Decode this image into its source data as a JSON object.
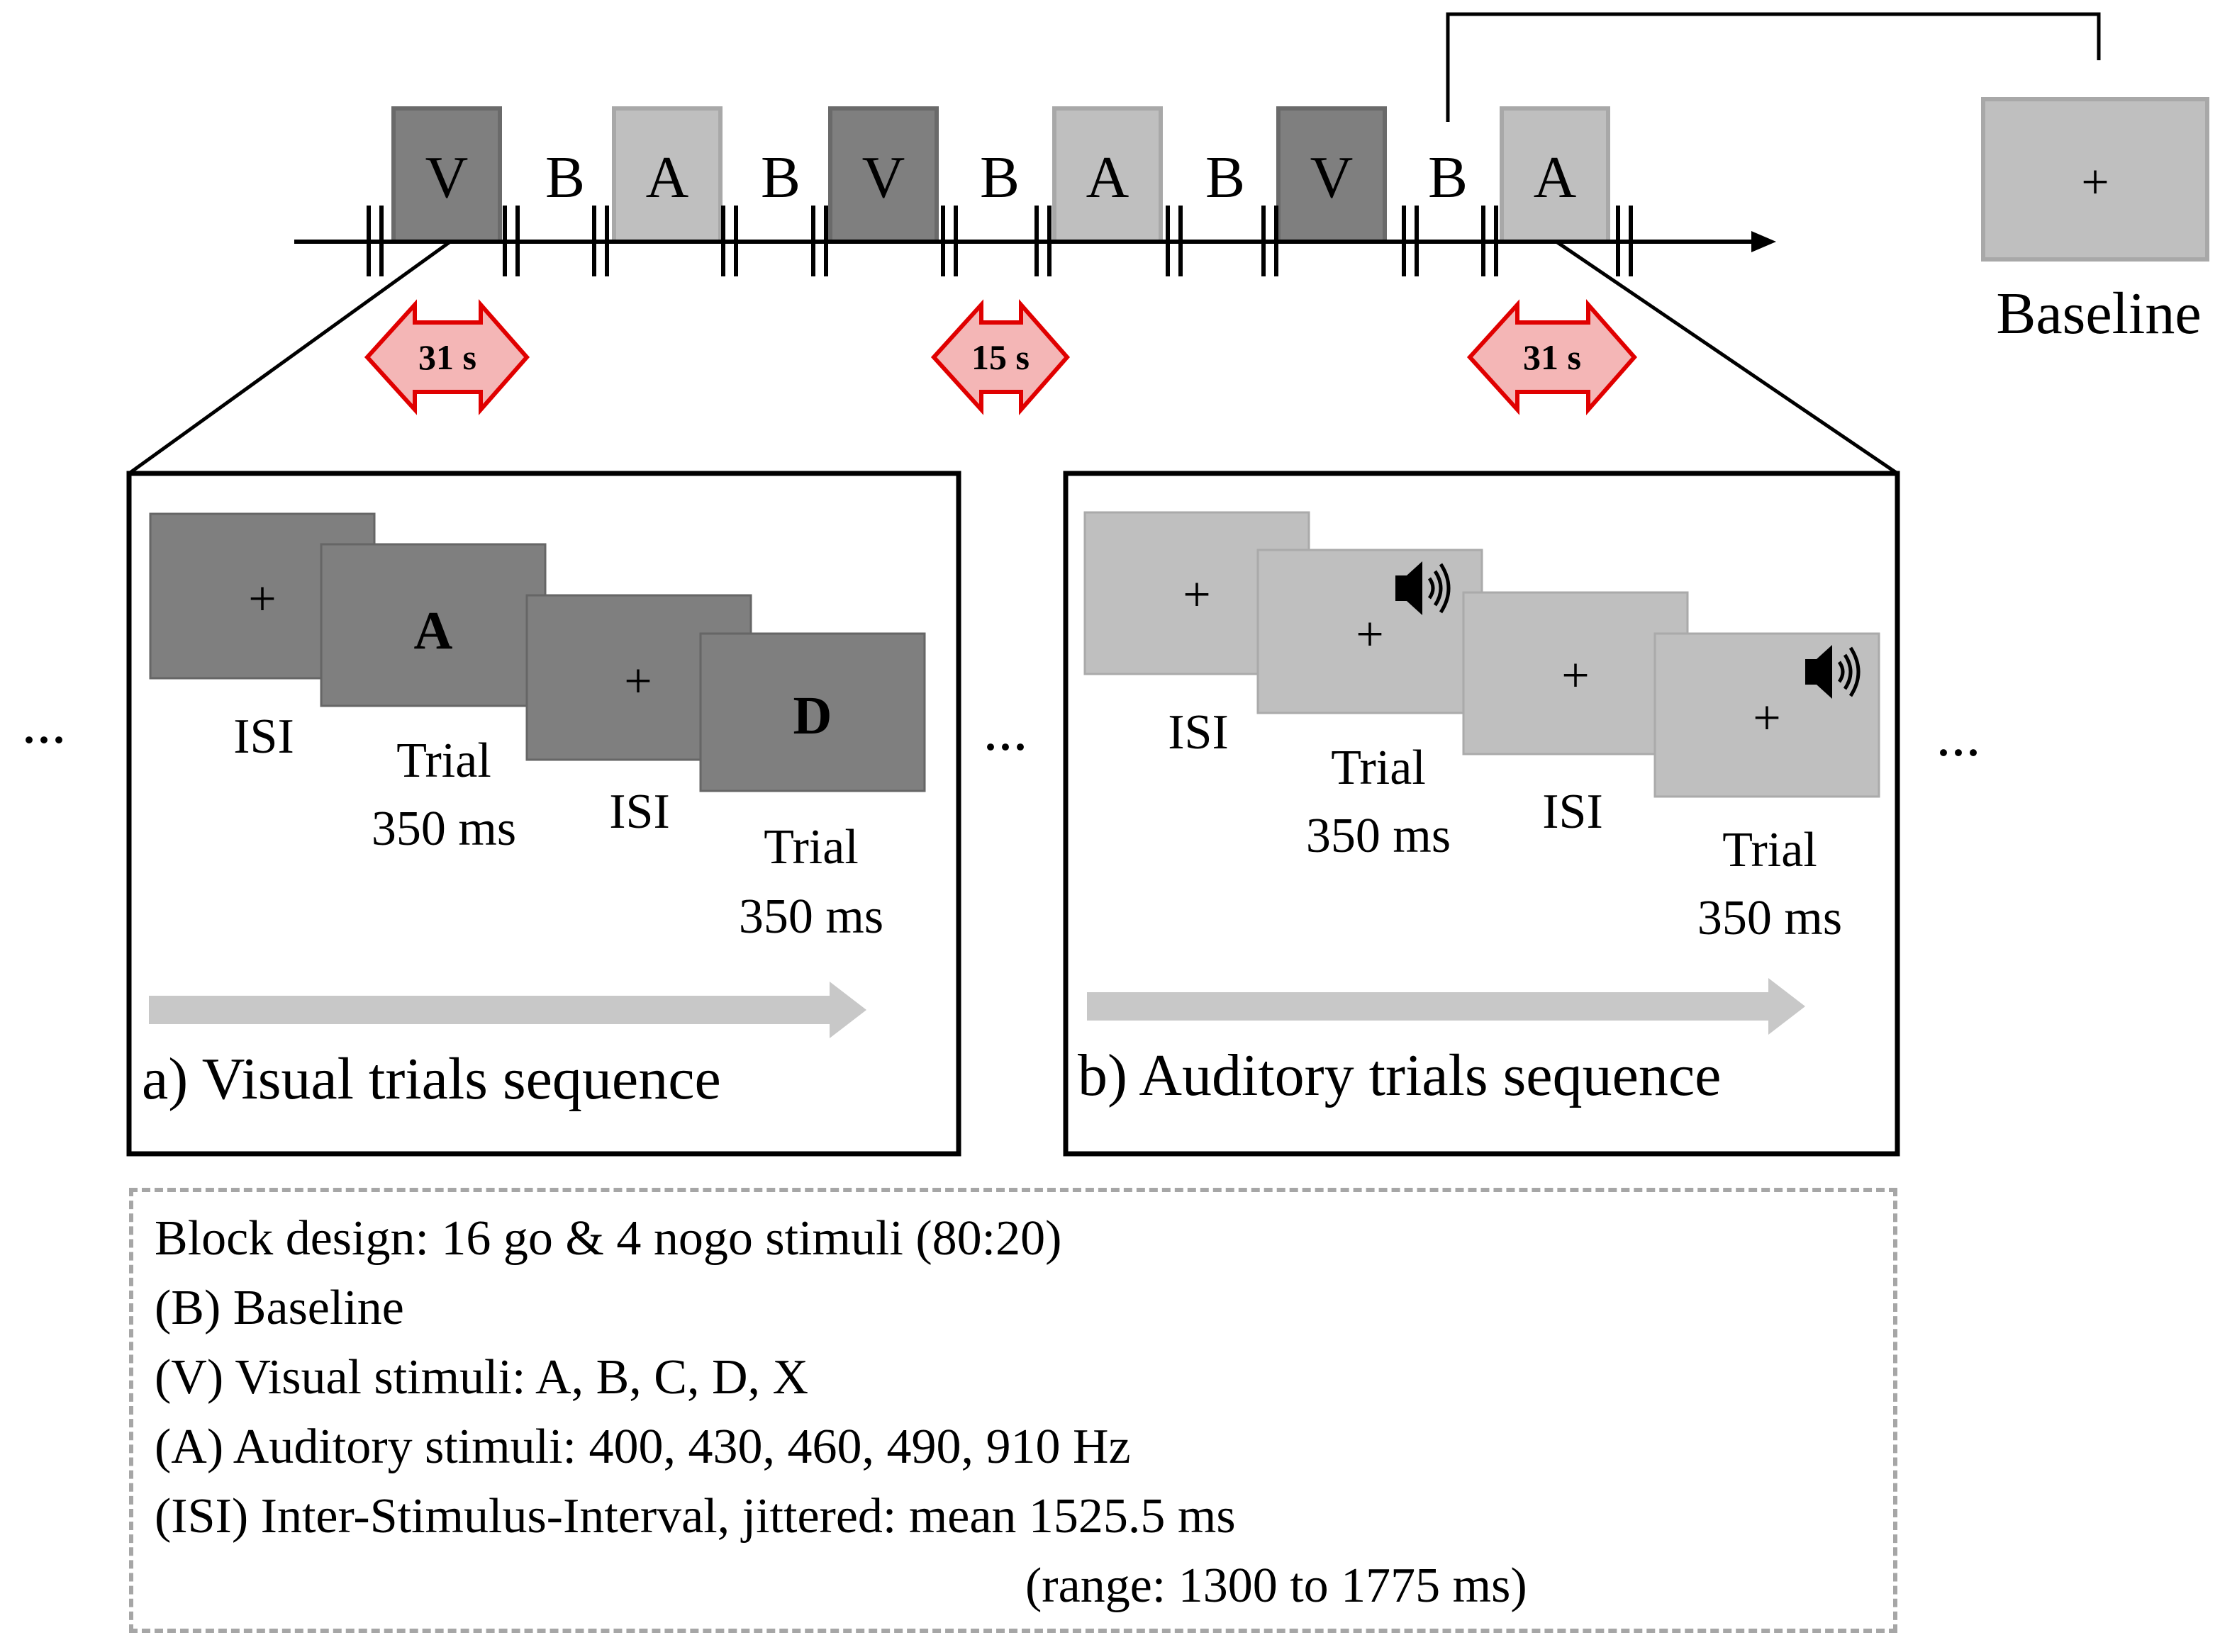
{
  "timeline": {
    "blocks": [
      {
        "label": "V",
        "kind": "visual"
      },
      {
        "label": "B",
        "kind": "baseline"
      },
      {
        "label": "A",
        "kind": "auditory"
      },
      {
        "label": "B",
        "kind": "baseline"
      },
      {
        "label": "V",
        "kind": "visual"
      },
      {
        "label": "B",
        "kind": "baseline"
      },
      {
        "label": "A",
        "kind": "auditory"
      },
      {
        "label": "B",
        "kind": "baseline"
      },
      {
        "label": "V",
        "kind": "visual"
      },
      {
        "label": "B",
        "kind": "baseline"
      },
      {
        "label": "A",
        "kind": "auditory"
      }
    ],
    "durations": [
      "31 s",
      "15 s",
      "31 s"
    ],
    "baseline_cross": "+",
    "baseline_label": "Baseline"
  },
  "visual_panel": {
    "title": "a) Visual trials sequence",
    "screens": [
      {
        "content": "+",
        "label": "ISI"
      },
      {
        "content": "A",
        "label1": "Trial",
        "label2": "350 ms"
      },
      {
        "content": "+",
        "label": "ISI"
      },
      {
        "content": "D",
        "label1": "Trial",
        "label2": "350 ms"
      }
    ]
  },
  "auditory_panel": {
    "title": "b) Auditory trials sequence",
    "screens": [
      {
        "content": "+",
        "label": "ISI"
      },
      {
        "content": "+",
        "icon": "speaker-icon",
        "label1": "Trial",
        "label2": "350 ms"
      },
      {
        "content": "+",
        "label": "ISI"
      },
      {
        "content": "+",
        "icon": "speaker-icon",
        "label1": "Trial",
        "label2": "350 ms"
      }
    ]
  },
  "ellipsis": "...",
  "legend": [
    "Block design: 16 go & 4 nogo stimuli (80:20)",
    "(B) Baseline",
    "(V) Visual stimuli: A, B, C, D, X",
    "(A) Auditory stimuli: 400, 430, 460, 490, 910 Hz",
    "(ISI) Inter-Stimulus-Interval, jittered: mean 1525.5 ms",
    "(range: 1300 to 1775 ms)"
  ],
  "colors": {
    "visual": "#7f7f7f",
    "visual_border": "#6a6a6a",
    "auditory": "#bfbfbf",
    "auditory_border": "#a8a8a8",
    "arrow_gray": "#c8c8c8",
    "duration_fill": "#f4b6b6",
    "duration_stroke": "#e00000"
  }
}
